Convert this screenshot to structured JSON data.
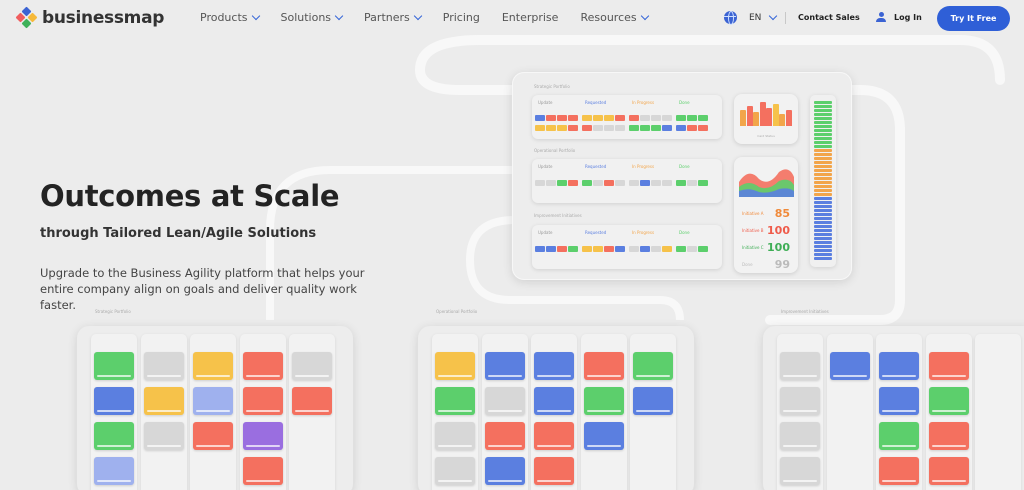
{
  "brand": {
    "name": "businessmap"
  },
  "nav": {
    "items": [
      {
        "label": "Products",
        "dropdown": true
      },
      {
        "label": "Solutions",
        "dropdown": true
      },
      {
        "label": "Partners",
        "dropdown": true
      },
      {
        "label": "Pricing",
        "dropdown": false
      },
      {
        "label": "Enterprise",
        "dropdown": false
      },
      {
        "label": "Resources",
        "dropdown": true
      }
    ],
    "language": "EN",
    "contact_label": "Contact Sales",
    "login_label": "Log In",
    "cta_label": "Try It Free"
  },
  "hero": {
    "title": "Outcomes at Scale",
    "subtitle": "through Tailored Lean/Agile Solutions",
    "description": "Upgrade to the Business Agility platform that helps your entire company align on goals and deliver quality work faster."
  },
  "illustration": {
    "dashboard": {
      "portfolios": [
        "Strategic Portfolio",
        "Operational Portfolio",
        "Improvement Initiatives"
      ],
      "columns": [
        "Update",
        "Requested",
        "In Progress",
        "Done"
      ],
      "widget_label": "Card Status",
      "stats": [
        {
          "label": "Initiative A",
          "value": "85",
          "color": "#f08a3a"
        },
        {
          "label": "Initiative B",
          "value": "100",
          "color": "#ef5b4a"
        },
        {
          "label": "Initiative C",
          "value": "100",
          "color": "#3fae56"
        },
        {
          "label": "Done",
          "value": "99",
          "color": "#bbbbbb"
        }
      ]
    },
    "boards": [
      {
        "title": "Strategic Portfolio"
      },
      {
        "title": "Operational Portfolio"
      },
      {
        "title": "Improvement Initiatives"
      }
    ]
  },
  "colors": {
    "accent": "#2f5fd7",
    "green": "#5ccf6c",
    "blue": "#5b7fe0",
    "yellow": "#f6c24a",
    "red": "#f4705f",
    "grey": "#d7d7d7",
    "purple": "#9a6ee0",
    "lavender": "#9fb1ee",
    "orange": "#f2a54a"
  }
}
